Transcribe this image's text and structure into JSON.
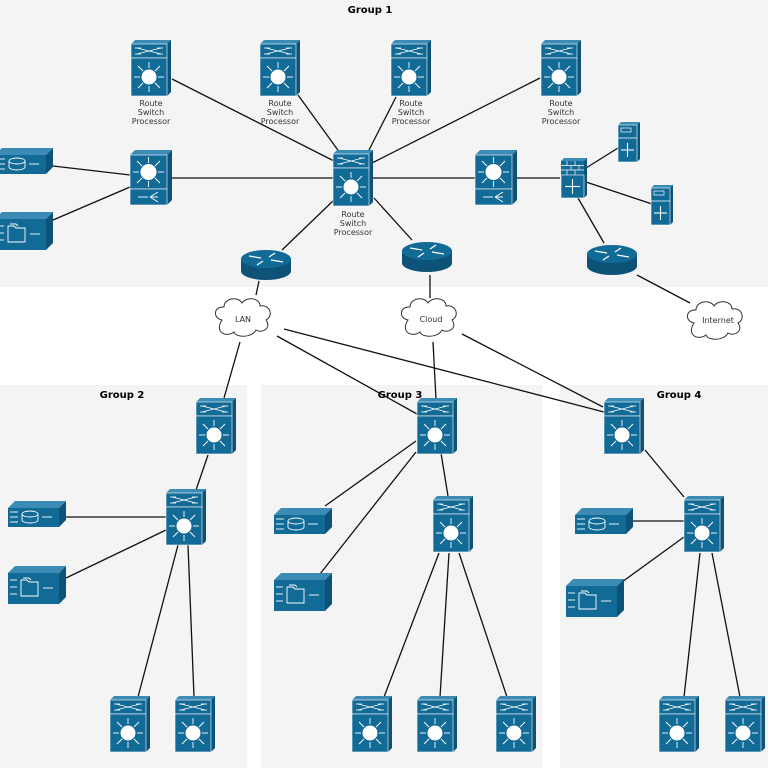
{
  "groups": [
    {
      "id": "g1",
      "title": "Group 1"
    },
    {
      "id": "g2",
      "title": "Group 2"
    },
    {
      "id": "g3",
      "title": "Group 3"
    },
    {
      "id": "g4",
      "title": "Group 4"
    }
  ],
  "colors": {
    "device": "#126a97",
    "device_dark": "#0d5277",
    "background": "#f4f4f4",
    "line": "#111111"
  },
  "clouds": [
    {
      "id": "lan",
      "label": "LAN"
    },
    {
      "id": "cloud",
      "label": "Cloud"
    },
    {
      "id": "internet",
      "label": "Internet"
    }
  ],
  "nodes": [
    {
      "id": "rsp1",
      "type": "route-switch-processor",
      "label": "Route Switch Processor"
    },
    {
      "id": "rsp2",
      "type": "route-switch-processor",
      "label": "Route Switch Processor"
    },
    {
      "id": "rsp3",
      "type": "route-switch-processor",
      "label": "Route Switch Processor"
    },
    {
      "id": "rsp4",
      "type": "route-switch-processor",
      "label": "Route Switch Processor"
    },
    {
      "id": "core",
      "type": "route-switch-processor",
      "label": "Route Switch Processor"
    },
    {
      "id": "l3a",
      "type": "layer3-switch",
      "label": ""
    },
    {
      "id": "l3b",
      "type": "layer3-switch",
      "label": ""
    },
    {
      "id": "db1",
      "type": "storage-server",
      "label": ""
    },
    {
      "id": "file1",
      "type": "file-server",
      "label": ""
    },
    {
      "id": "fw",
      "type": "firewall",
      "label": ""
    },
    {
      "id": "srv1",
      "type": "server",
      "label": ""
    },
    {
      "id": "srv2",
      "type": "server",
      "label": ""
    },
    {
      "id": "rt1",
      "type": "router",
      "label": ""
    },
    {
      "id": "rt2",
      "type": "router",
      "label": ""
    },
    {
      "id": "rt3",
      "type": "router",
      "label": ""
    }
  ],
  "label_lines": [
    "Route",
    "Switch",
    "Processor"
  ]
}
